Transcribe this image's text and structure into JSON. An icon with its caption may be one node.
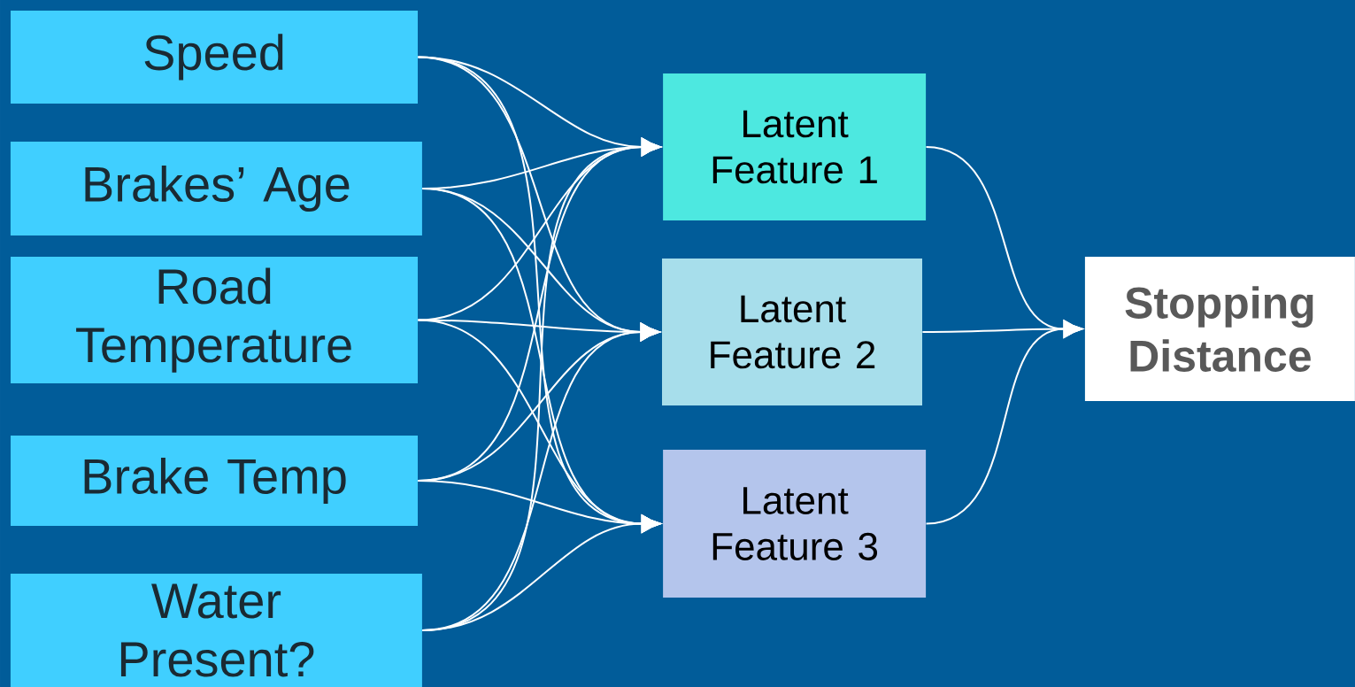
{
  "diagram": {
    "nodes": [
      {
        "text": [
          "Speed"
        ]
      },
      {
        "text": [
          "Brakes’ Age"
        ]
      },
      {
        "text": [
          "Road Temperature"
        ]
      },
      {
        "text": [
          "Brake Temp"
        ]
      },
      {
        "text": [
          "Water Present?"
        ]
      },
      {
        "text": [
          "Latent Feature 1"
        ]
      },
      {
        "text": [
          "Latent Feature 2"
        ]
      },
      {
        "text": [
          "Latent Feature 3"
        ]
      },
      {
        "text": [
          "Stopping Distance"
        ]
      }
    ],
    "edges": [
      {
        "from": 0,
        "to": 5,
        "arrow": "to"
      },
      {
        "from": 0,
        "to": 6,
        "arrow": "to"
      },
      {
        "from": 0,
        "to": 7,
        "arrow": "to"
      },
      {
        "from": 1,
        "to": 5,
        "arrow": "to"
      },
      {
        "from": 1,
        "to": 6,
        "arrow": "to"
      },
      {
        "from": 1,
        "to": 7,
        "arrow": "to"
      },
      {
        "from": 2,
        "to": 5,
        "arrow": "to"
      },
      {
        "from": 2,
        "to": 6,
        "arrow": "to"
      },
      {
        "from": 2,
        "to": 7,
        "arrow": "to"
      },
      {
        "from": 3,
        "to": 5,
        "arrow": "to"
      },
      {
        "from": 3,
        "to": 6,
        "arrow": "to"
      },
      {
        "from": 3,
        "to": 7,
        "arrow": "to"
      },
      {
        "from": 4,
        "to": 5,
        "arrow": "to"
      },
      {
        "from": 4,
        "to": 6,
        "arrow": "to"
      },
      {
        "from": 4,
        "to": 7,
        "arrow": "to"
      },
      {
        "from": 5,
        "to": 8,
        "arrow": "to"
      },
      {
        "from": 6,
        "to": 8,
        "arrow": "to"
      },
      {
        "from": 7,
        "to": 8,
        "arrow": "to"
      }
    ]
  }
}
